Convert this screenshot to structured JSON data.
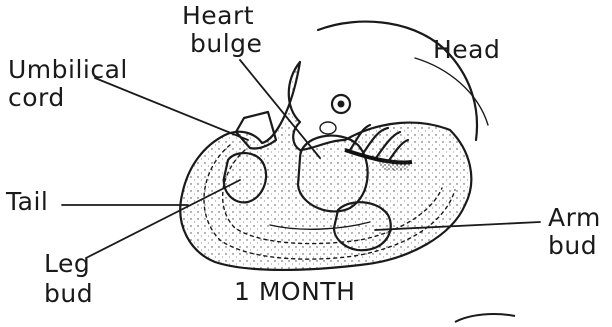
{
  "labels": {
    "heart_line1": "Heart",
    "heart_line2": "bulge",
    "head": "Head",
    "umbilical_line1": "Umbilical",
    "umbilical_line2": "cord",
    "tail": "Tail",
    "arm_line1": "Arm",
    "arm_line2": "bud",
    "leg_line1": "Leg",
    "leg_line2": "bud",
    "caption": "1 MONTH"
  }
}
